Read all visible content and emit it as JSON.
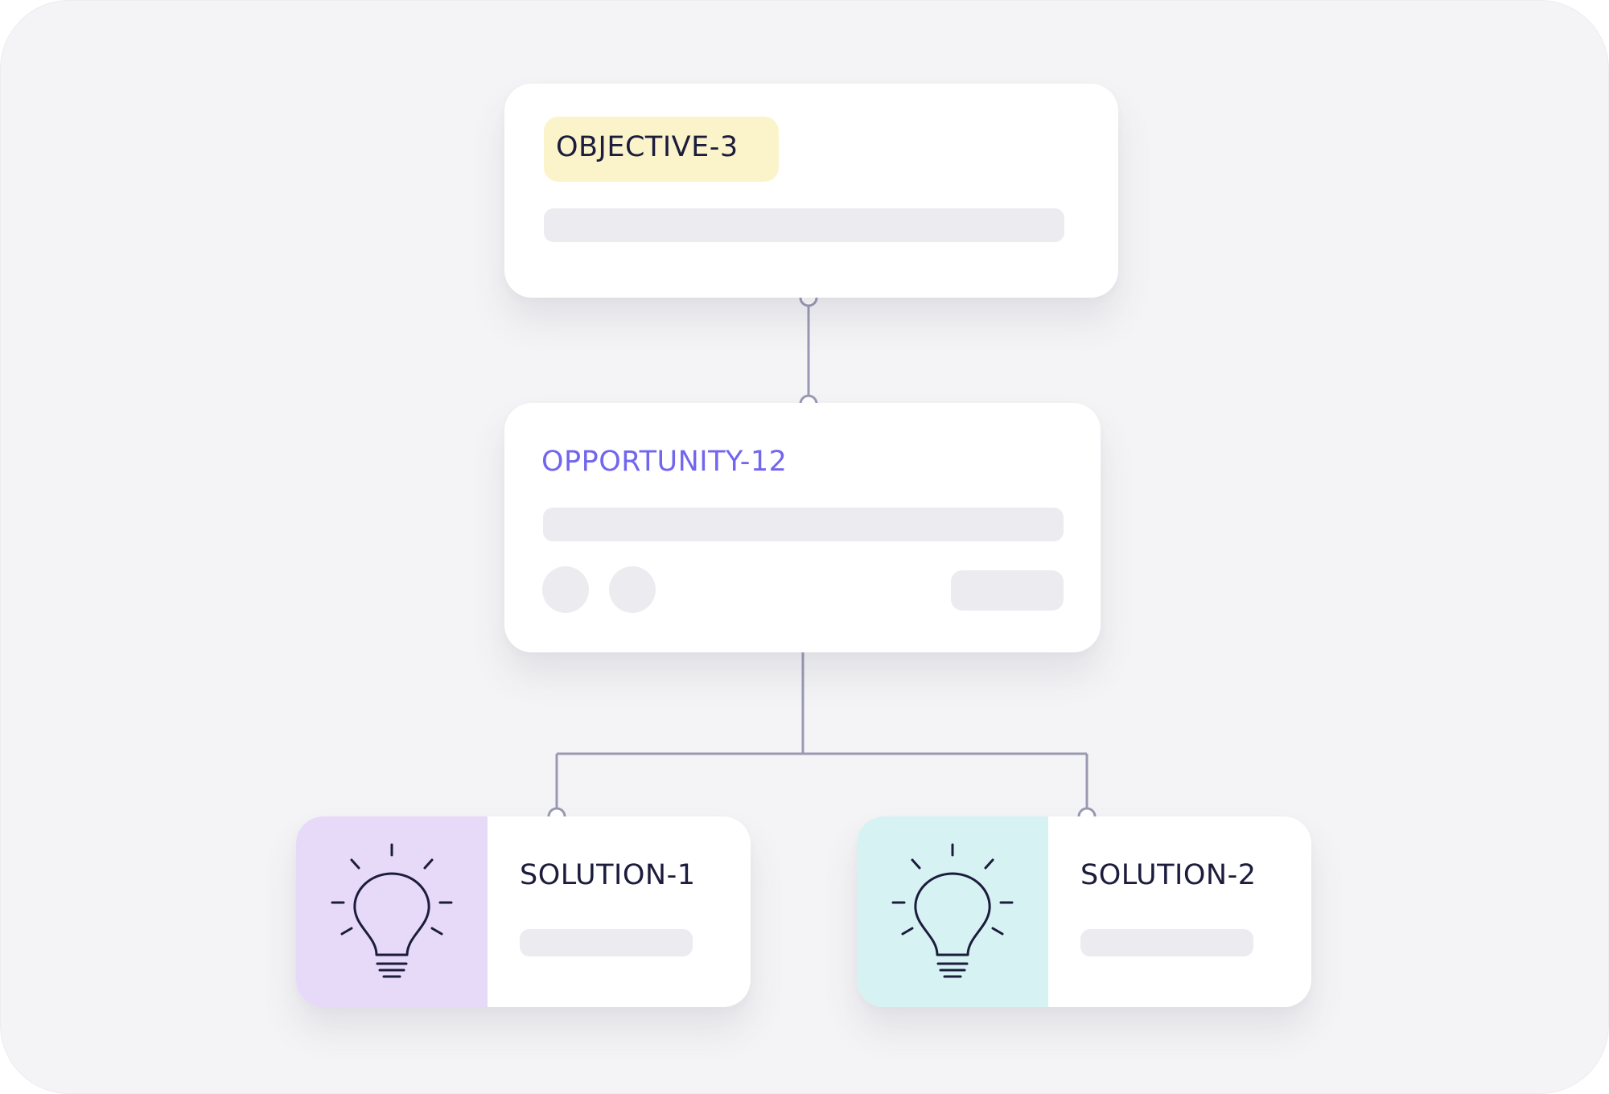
{
  "nodes": {
    "objective": {
      "label": "OBJECTIVE-3",
      "tag_color": "#fbf4ca"
    },
    "opportunity": {
      "label": "OPPORTUNITY-12",
      "label_color": "#7266ee"
    },
    "solutions": [
      {
        "label": "SOLUTION-1",
        "icon": "lightbulb-icon",
        "panel_color": "#e7d9f8"
      },
      {
        "label": "SOLUTION-2",
        "icon": "lightbulb-icon",
        "panel_color": "#d6f2f3"
      }
    ]
  },
  "colors": {
    "background": "#f4f4f6",
    "card": "#ffffff",
    "placeholder": "#ececf0",
    "connector": "#9a99b3",
    "text": "#1c1c3c"
  }
}
